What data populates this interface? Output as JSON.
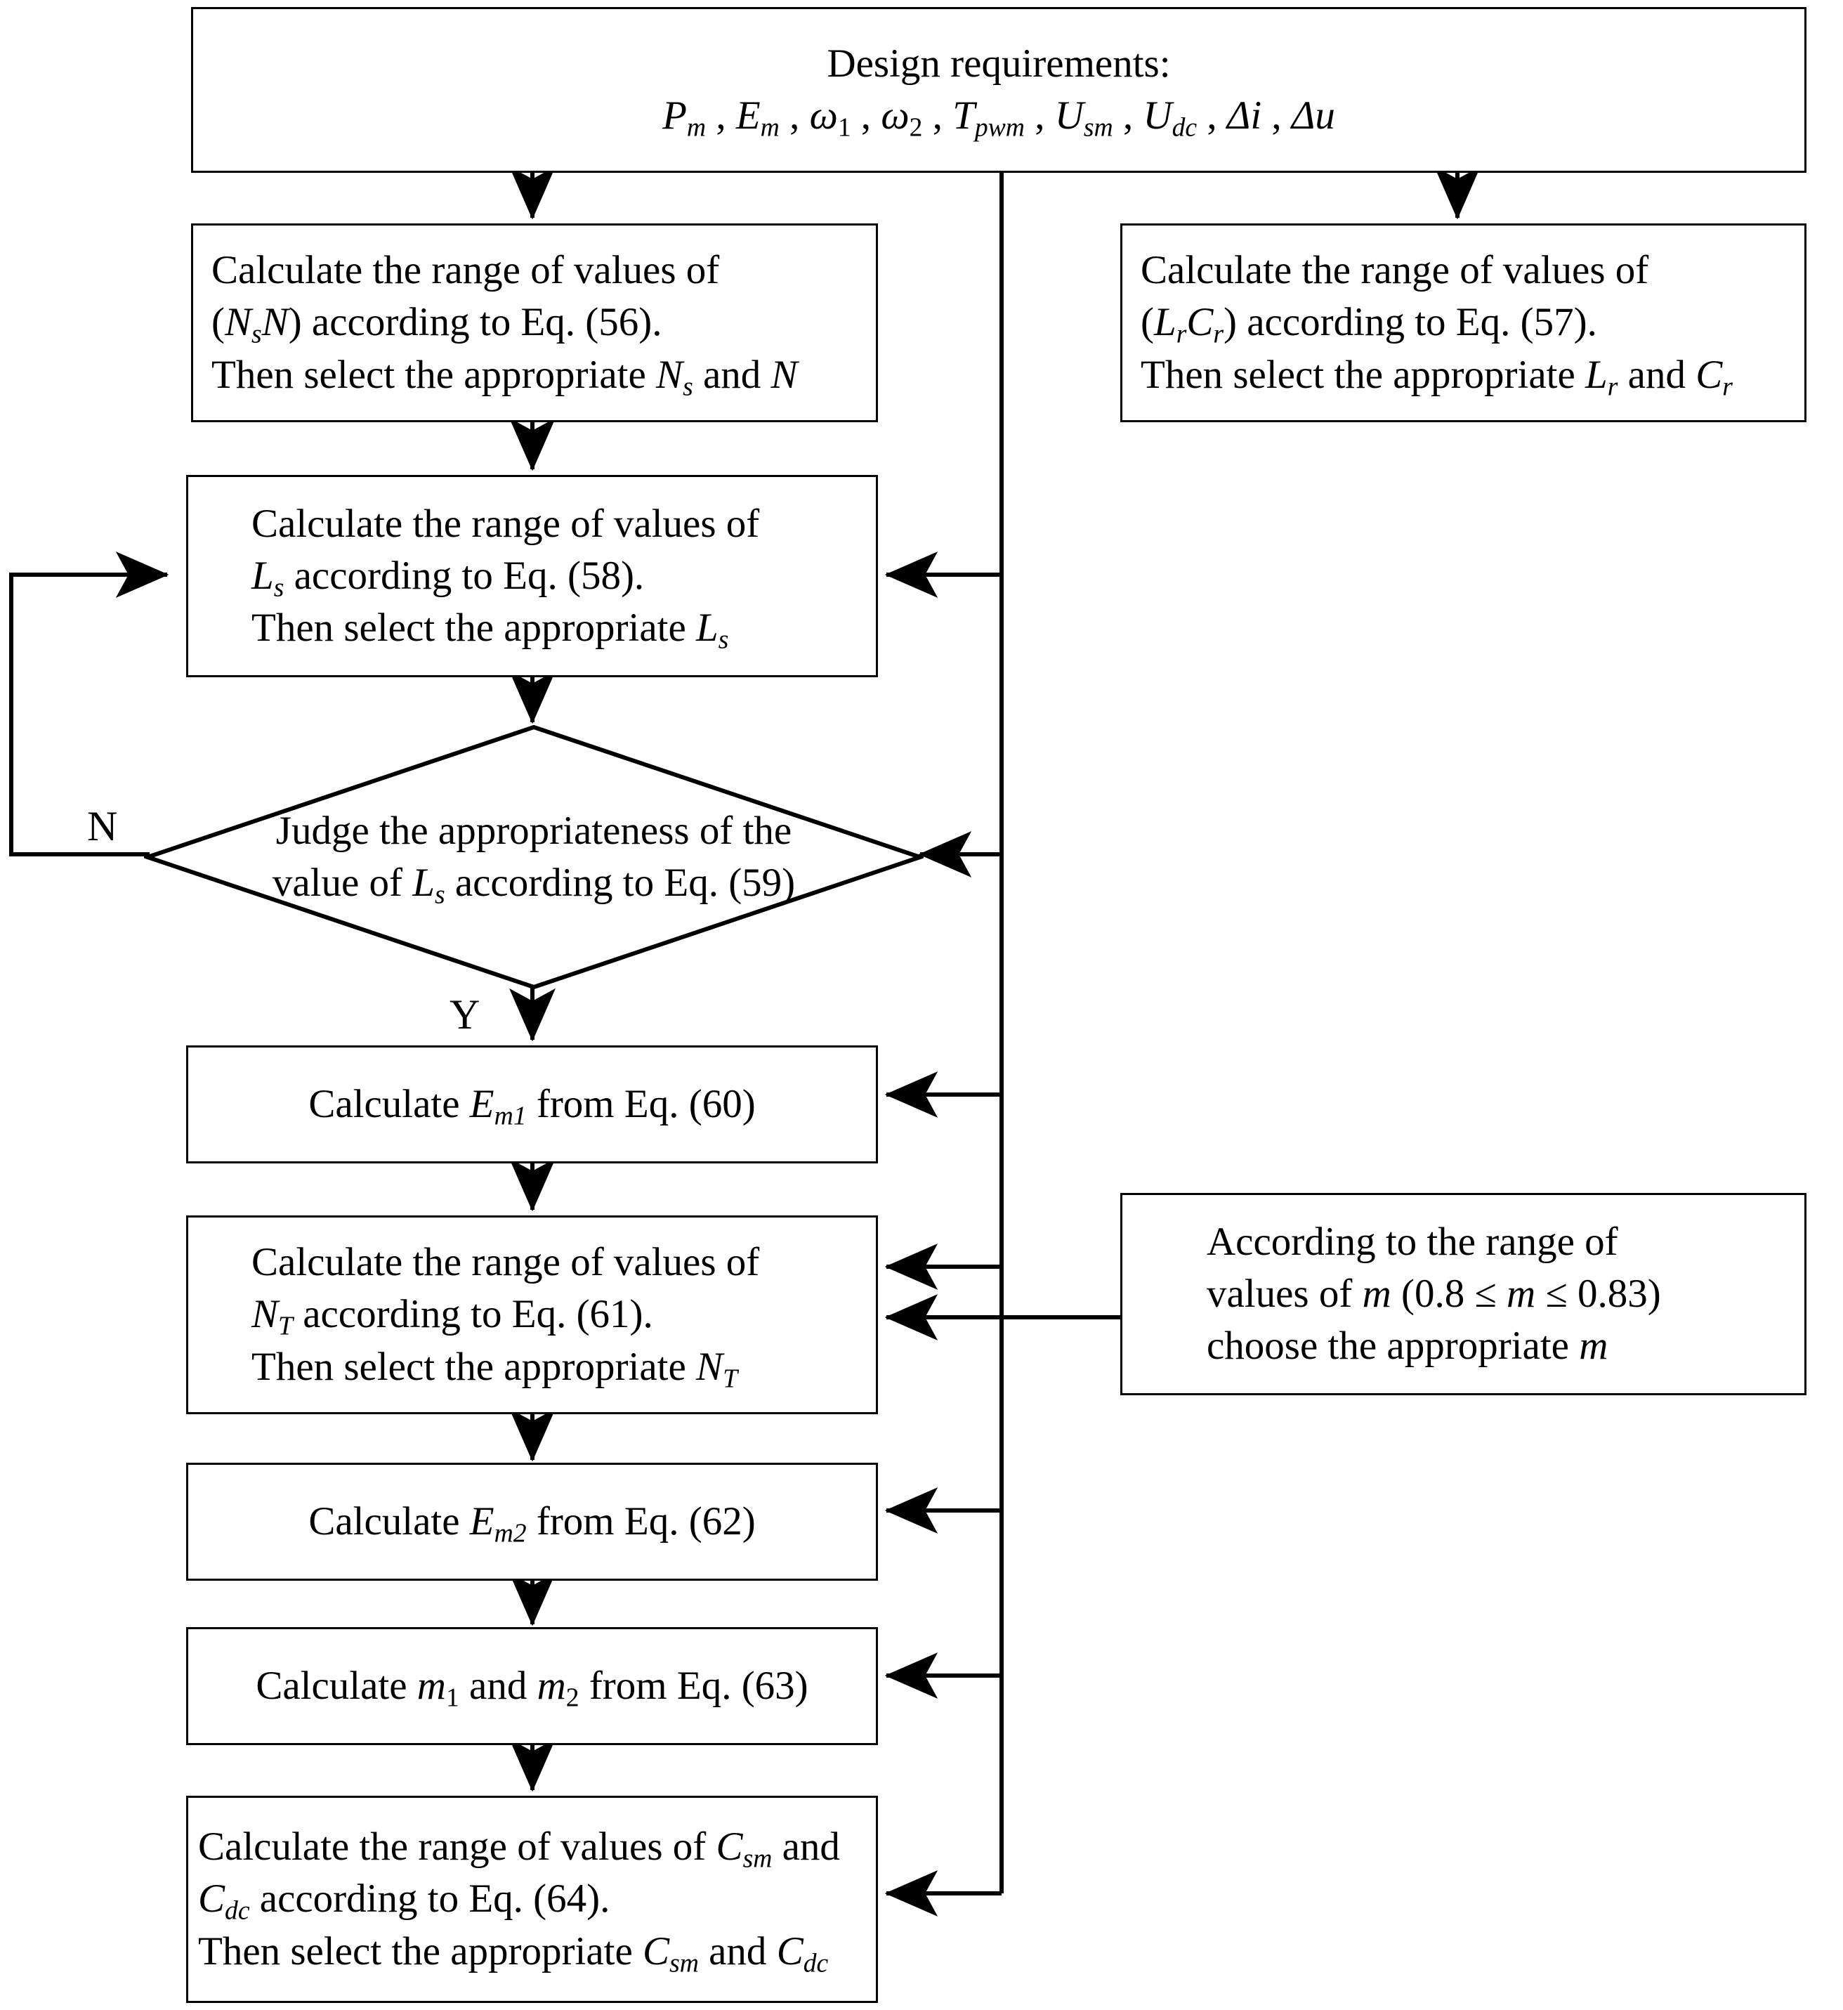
{
  "diagram": {
    "type": "flowchart",
    "title": "Parameter design procedure flowchart",
    "orientation": "top-to-bottom",
    "background_color": "#ffffff",
    "line_color": "#000000"
  },
  "nodes": {
    "design_requirements": {
      "shape": "rectangle",
      "line1": "Design requirements:",
      "line2_parts": [
        {
          "sym": "P",
          "sub": "m",
          "sep": " , "
        },
        {
          "sym": "E",
          "sub": "m",
          "sep": " , "
        },
        {
          "sym": "ω",
          "sub": "1",
          "sep": " , "
        },
        {
          "sym": "ω",
          "sub": "2",
          "sep": " , "
        },
        {
          "sym": "T",
          "sub": "pwm",
          "sep": " , "
        },
        {
          "sym": "U",
          "sub": "sm",
          "sep": " , "
        },
        {
          "sym": "U",
          "sub": "dc",
          "sep": " , "
        },
        {
          "sym": "Δi",
          "sub": "",
          "sep": " , "
        },
        {
          "sym": "Δu",
          "sub": "",
          "sep": ""
        }
      ]
    },
    "calc_nsn": {
      "shape": "rectangle",
      "line1": "Calculate the range of values of",
      "line2_pre": "(",
      "line2_sym1": "N",
      "line2_sub1": "s",
      "line2_sym2": "N",
      "line2_post": ") according to Eq. (56).",
      "line3_pre": "Then select the appropriate ",
      "line3_sym1": "N",
      "line3_sub1": "s",
      "line3_mid": " and ",
      "line3_sym2": "N"
    },
    "calc_lrcr": {
      "shape": "rectangle",
      "line1": "Calculate the range of values of",
      "line2_pre": "(",
      "line2_sym1": "L",
      "line2_sub1": "r",
      "line2_sym2": "C",
      "line2_sub2": "r",
      "line2_post": ") according to Eq. (57).",
      "line3_pre": "Then select the appropriate ",
      "line3_sym1": "L",
      "line3_sub1": "r",
      "line3_mid": " and ",
      "line3_sym2": "C",
      "line3_sub2": "r"
    },
    "calc_ls": {
      "shape": "rectangle",
      "line1": "Calculate the range of values of",
      "line2_sym": "L",
      "line2_sub": "s",
      "line2_post": " according to Eq. (58).",
      "line3_pre": "Then select the appropriate ",
      "line3_sym": "L",
      "line3_sub": "s"
    },
    "judge_ls": {
      "shape": "diamond",
      "line1": "Judge the appropriateness of the",
      "line2_pre": "value of ",
      "line2_sym": "L",
      "line2_sub": "s",
      "line2_post": " according to Eq. (59)"
    },
    "calc_em1": {
      "shape": "rectangle",
      "pre": "Calculate ",
      "sym": "E",
      "sub": "m1",
      "post": " from Eq. (60)"
    },
    "calc_nt": {
      "shape": "rectangle",
      "line1": "Calculate the range of values of",
      "line2_sym": "N",
      "line2_sub": "T",
      "line2_post": " according to Eq. (61).",
      "line3_pre": "Then select the appropriate ",
      "line3_sym": "N",
      "line3_sub": "T"
    },
    "choose_m": {
      "shape": "rectangle",
      "line1": "According to the range of",
      "line2_pre": "values of ",
      "line2_sym": "m",
      "line2_post": " (0.8 ≤ ",
      "line2_sym2": "m",
      "line2_post2": " ≤ 0.83)",
      "line3": "choose the appropriate ",
      "line3_sym": "m"
    },
    "calc_em2": {
      "shape": "rectangle",
      "pre": "Calculate ",
      "sym": "E",
      "sub": "m2",
      "post": " from Eq. (62)"
    },
    "calc_m1m2": {
      "shape": "rectangle",
      "pre": "Calculate ",
      "sym1": "m",
      "sub1": "1",
      "mid": " and ",
      "sym2": "m",
      "sub2": "2",
      "post": " from Eq. (63)"
    },
    "calc_csm_cdc": {
      "shape": "rectangle",
      "line1_pre": "Calculate the range of values of ",
      "line1_sym": "C",
      "line1_sub": "sm",
      "line1_post": " and",
      "line2_sym": "C",
      "line2_sub": "dc",
      "line2_post": " according to Eq. (64).",
      "line3_pre": "Then select the appropriate ",
      "line3_sym1": "C",
      "line3_sub1": "sm",
      "line3_mid": " and ",
      "line3_sym2": "C",
      "line3_sub2": "dc"
    }
  },
  "branch_labels": {
    "no": "N",
    "yes": "Y"
  },
  "edges": [
    {
      "from": "design_requirements",
      "to": "calc_nsn",
      "label": ""
    },
    {
      "from": "design_requirements",
      "to": "calc_lrcr",
      "label": ""
    },
    {
      "from": "calc_nsn",
      "to": "calc_ls",
      "label": ""
    },
    {
      "from": "calc_ls",
      "to": "judge_ls",
      "label": ""
    },
    {
      "from": "judge_ls",
      "to": "calc_em1",
      "label": "Y"
    },
    {
      "from": "judge_ls",
      "to": "calc_ls",
      "label": "N"
    },
    {
      "from": "calc_em1",
      "to": "calc_nt",
      "label": ""
    },
    {
      "from": "calc_nt",
      "to": "calc_em2",
      "label": ""
    },
    {
      "from": "calc_em2",
      "to": "calc_m1m2",
      "label": ""
    },
    {
      "from": "calc_m1m2",
      "to": "calc_csm_cdc",
      "label": ""
    },
    {
      "from": "design_requirements",
      "to": "calc_ls",
      "label": "bus"
    },
    {
      "from": "design_requirements",
      "to": "judge_ls",
      "label": "bus"
    },
    {
      "from": "design_requirements",
      "to": "calc_em1",
      "label": "bus"
    },
    {
      "from": "design_requirements",
      "to": "calc_nt",
      "label": "bus"
    },
    {
      "from": "design_requirements",
      "to": "calc_em2",
      "label": "bus"
    },
    {
      "from": "design_requirements",
      "to": "calc_m1m2",
      "label": "bus"
    },
    {
      "from": "design_requirements",
      "to": "calc_csm_cdc",
      "label": "bus"
    },
    {
      "from": "choose_m",
      "to": "calc_nt",
      "label": ""
    }
  ]
}
